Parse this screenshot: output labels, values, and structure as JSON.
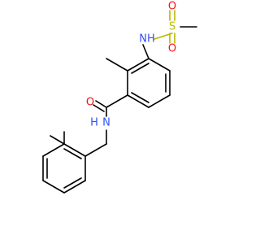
{
  "molecule": {
    "atoms": {
      "o_sulfonyl_top": "O",
      "o_sulfonyl_bottom": "O",
      "s_sulfonyl": "S",
      "n_sulfonamide": "NH",
      "o_carbonyl": "O",
      "n_amide": "N",
      "h_amide": "H"
    },
    "colors": {
      "carbon_bond": "#000000",
      "oxygen": "#ff0d0d",
      "nitrogen": "#3050f8",
      "sulfur": "#b8b800"
    }
  }
}
